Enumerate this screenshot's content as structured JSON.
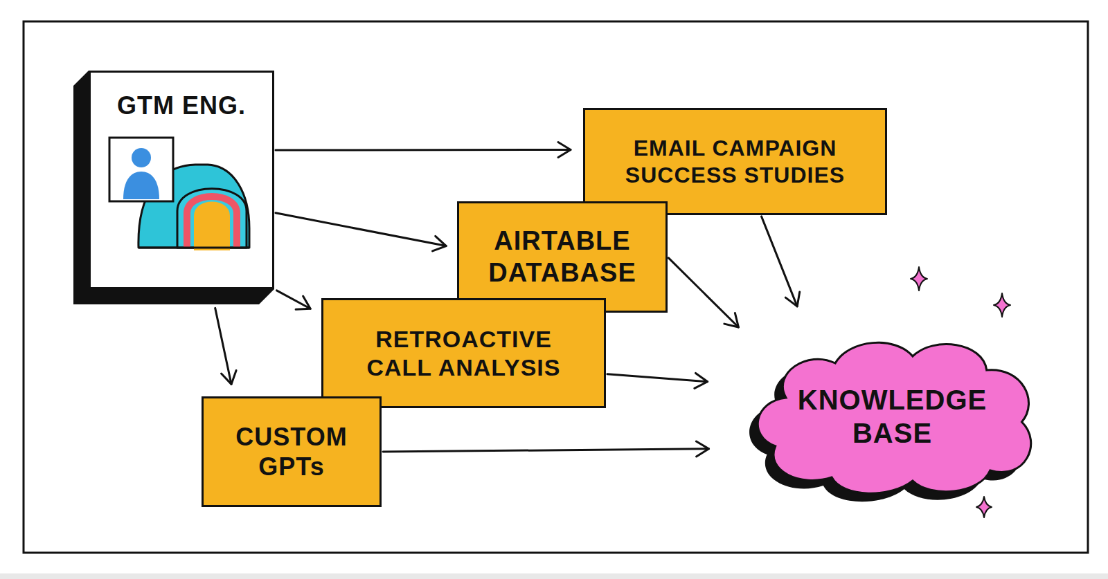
{
  "diagram": {
    "nodes": [
      {
        "text": [
          "GTM ENG."
        ]
      },
      {
        "text": [
          "EMAIL CAMPAIGN SUCCESS STUDIES"
        ]
      },
      {
        "text": [
          "AIRTABLE DATABASE"
        ]
      },
      {
        "text": [
          "RETROACTIVE CALL ANALYSIS"
        ]
      },
      {
        "text": [
          "CUSTOM GPTs"
        ]
      },
      {
        "text": [
          "KNOWLEDGE BASE"
        ]
      }
    ],
    "edges": [
      {
        "from": 0,
        "to": 1,
        "arrow": "to"
      },
      {
        "from": 0,
        "to": 2,
        "arrow": "to"
      },
      {
        "from": 0,
        "to": 3,
        "arrow": "to"
      },
      {
        "from": 0,
        "to": 4,
        "arrow": "to"
      },
      {
        "from": 1,
        "to": 5,
        "arrow": "to"
      },
      {
        "from": 2,
        "to": 5,
        "arrow": "to"
      },
      {
        "from": 3,
        "to": 5,
        "arrow": "to"
      },
      {
        "from": 4,
        "to": 5,
        "arrow": "to"
      }
    ]
  }
}
